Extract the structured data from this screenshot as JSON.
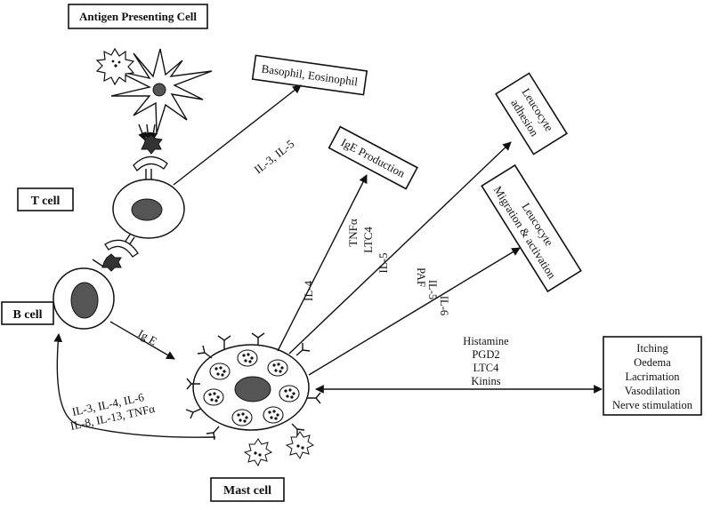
{
  "titles": {
    "apc": "Antigen Presenting Cell",
    "tcell": "T cell",
    "bcell": "B cell",
    "mast": "Mast cell"
  },
  "boxes": {
    "basophil": "Basophil, Eosinophil",
    "ige": "IgE Production",
    "adhesion": [
      "Leucocyte",
      "adhesion"
    ],
    "migration": [
      "Leucocyte",
      "Migration & activation"
    ],
    "effects": [
      "Itching",
      "Oedema",
      "Lacrimation",
      "Vasodilation",
      "Nerve stimulation"
    ]
  },
  "arrow_labels": {
    "il3_il5": "IL-3, IL-5",
    "ig_e": "Ig E",
    "il4": "IL-4",
    "tnf_group": [
      "TNFα",
      "LTC4",
      "IL-5"
    ],
    "paf_group": [
      "PAF",
      "IL-5",
      "IL-6"
    ],
    "mediators": [
      "Histamine",
      "PGD2",
      "LTC4",
      "Kinins"
    ],
    "cytokines": [
      "IL-3, IL-4, IL-6",
      "IL-8, IL-13, TNFα"
    ]
  },
  "colors": {
    "ink": "#111111",
    "nucleus": "#555555",
    "background": "#ffffff"
  }
}
